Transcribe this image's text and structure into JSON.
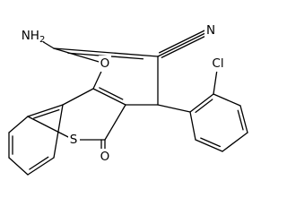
{
  "structure": {
    "atom_labels": {
      "amino": "NH2",
      "ring_oxygen": "O",
      "nitrile_nitrogen": "N",
      "chlorine": "Cl",
      "thio_sulfur": "S",
      "carbonyl_oxygen": "O"
    }
  },
  "colors": {
    "ink": "#000000",
    "background": "#ffffff"
  }
}
